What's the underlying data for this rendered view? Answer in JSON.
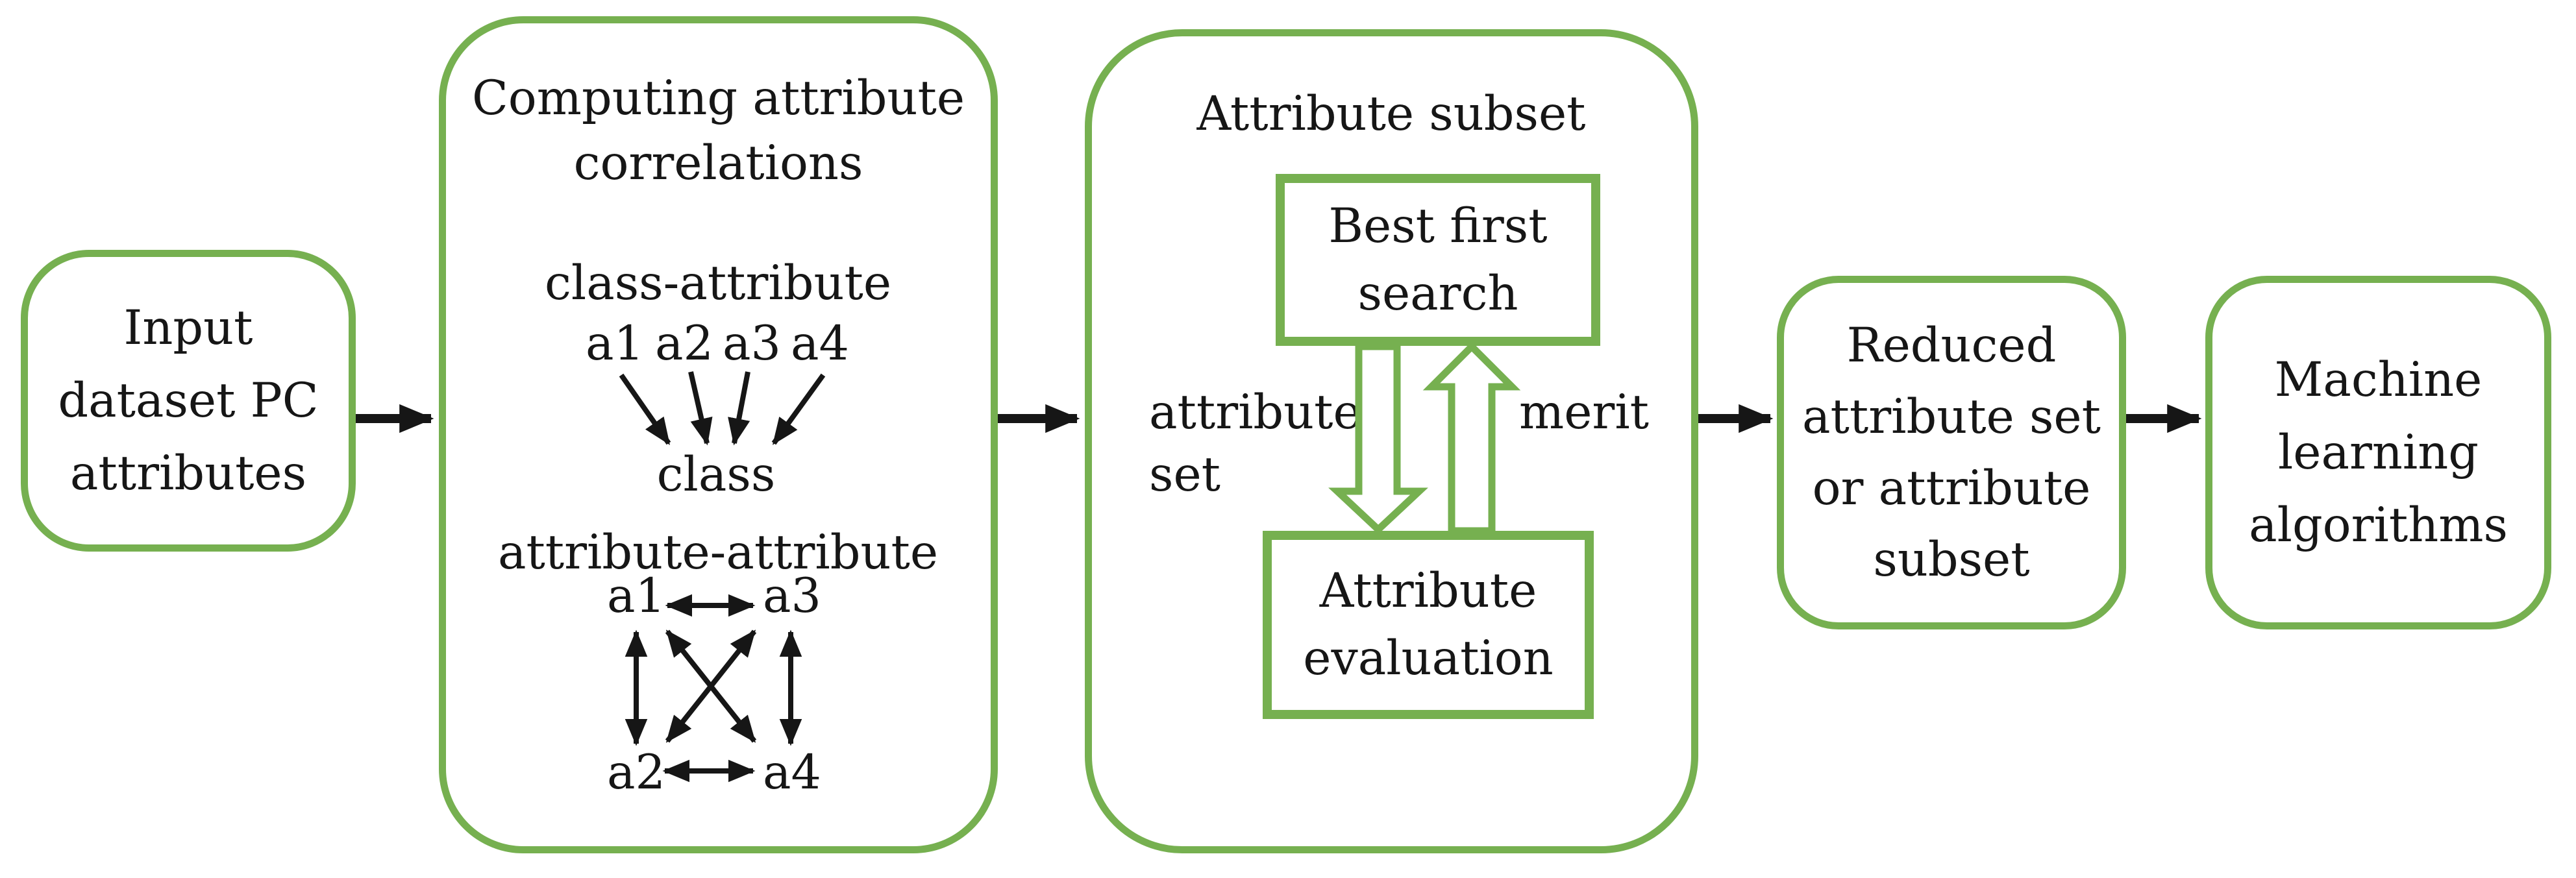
{
  "colors": {
    "green": "#76b050",
    "black": "#161616",
    "background": "#ffffff"
  },
  "boxes": {
    "input": {
      "lines": [
        "Input",
        "dataset PC",
        "attributes"
      ]
    },
    "computing": {
      "title_lines": [
        "Computing attribute",
        "correlations"
      ],
      "class_attribute": {
        "heading": "class-attribute",
        "items": [
          "a1",
          "a2",
          "a3",
          "a4"
        ],
        "target": "class"
      },
      "attribute_attribute": {
        "heading": "attribute-attribute",
        "top_left": "a1",
        "top_right": "a3",
        "bottom_left": "a2",
        "bottom_right": "a4"
      }
    },
    "attribute_subset": {
      "title": "Attribute subset",
      "best_first_search": {
        "lines": [
          "Best first",
          "search"
        ]
      },
      "attribute_evaluation": {
        "lines": [
          "Attribute",
          "evaluation"
        ]
      },
      "left_flow_label": {
        "lines": [
          "attribute",
          "set"
        ]
      },
      "right_flow_label": "merit"
    },
    "reduced": {
      "lines": [
        "Reduced",
        "attribute set",
        "or attribute",
        "subset"
      ]
    },
    "machine_learning": {
      "lines": [
        "Machine",
        "learning",
        "algorithms"
      ]
    }
  }
}
